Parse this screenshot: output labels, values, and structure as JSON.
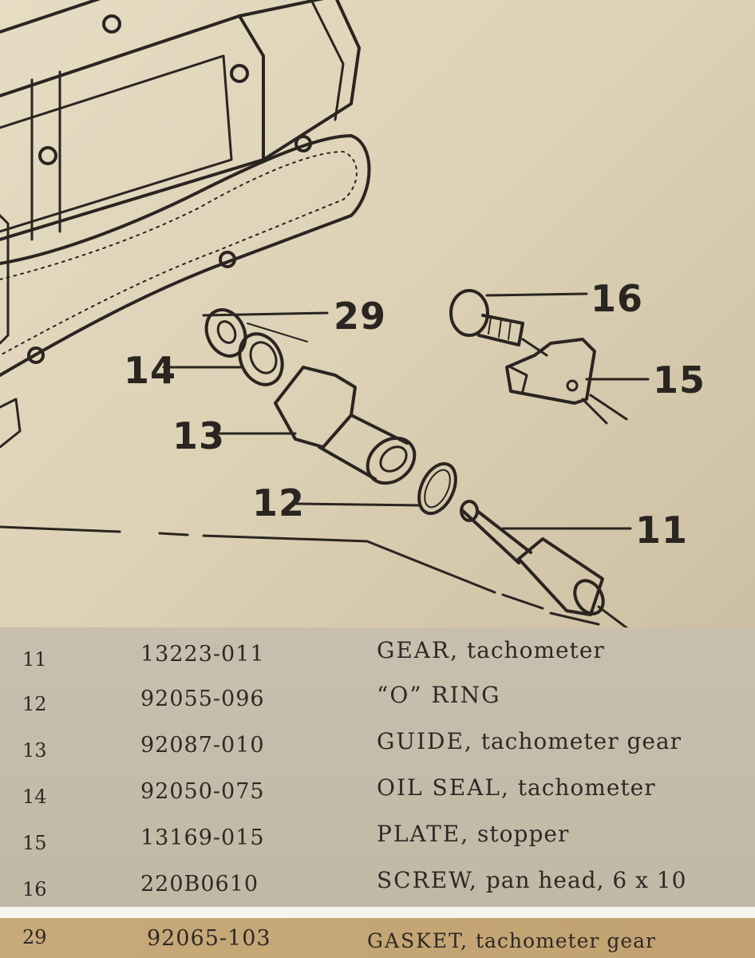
{
  "callouts": [
    "16",
    "29",
    "14",
    "15",
    "13",
    "12",
    "11"
  ],
  "parts": [
    {
      "ref": "11",
      "part_no": "13223-011",
      "name": "GEAR,",
      "detail": "tachometer"
    },
    {
      "ref": "12",
      "part_no": "92055-096",
      "name": "“O” RING",
      "detail": ""
    },
    {
      "ref": "13",
      "part_no": "92087-010",
      "name": "GUIDE,",
      "detail": "tachometer gear"
    },
    {
      "ref": "14",
      "part_no": "92050-075",
      "name": "OIL SEAL,",
      "detail": "tachometer"
    },
    {
      "ref": "15",
      "part_no": "13169-015",
      "name": "PLATE,",
      "detail": "stopper"
    },
    {
      "ref": "16",
      "part_no": "220B0610",
      "name": "SCREW,",
      "detail": "pan head, 6 x 10"
    }
  ],
  "extra_part": {
    "ref": "29",
    "part_no": "92065-103",
    "name": "GASKET,",
    "detail": "tachometer gear"
  }
}
